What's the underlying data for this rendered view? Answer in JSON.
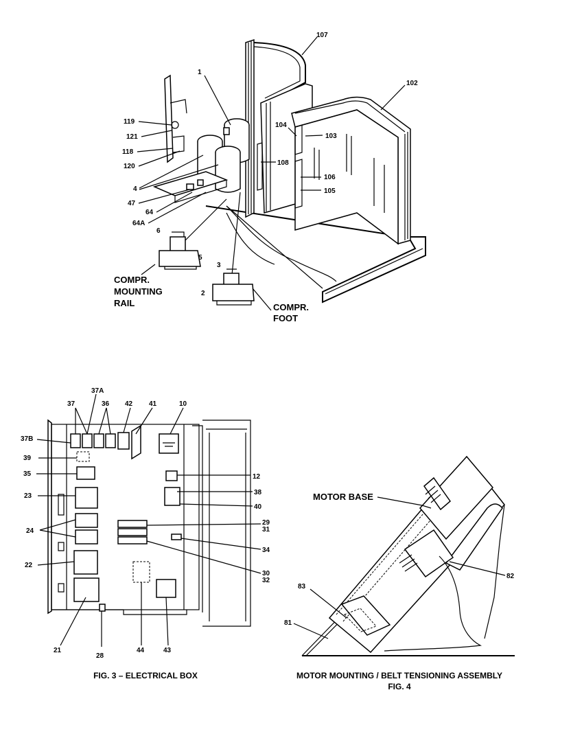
{
  "fig_top": {
    "callouts": [
      "107",
      "1",
      "102",
      "119",
      "121",
      "104",
      "103",
      "118",
      "108",
      "120",
      "106",
      "105",
      "4",
      "47",
      "64",
      "64A",
      "6",
      "5",
      "3",
      "2"
    ],
    "labels": {
      "compr_rail": [
        "COMPR.",
        "MOUNTING",
        "RAIL"
      ],
      "compr_foot": [
        "COMPR.",
        "FOOT"
      ]
    }
  },
  "fig3": {
    "callouts": [
      "37A",
      "37",
      "36",
      "42",
      "41",
      "10",
      "37B",
      "39",
      "35",
      "12",
      "23",
      "38",
      "40",
      "24",
      "29",
      "31",
      "34",
      "22",
      "30",
      "32",
      "21",
      "28",
      "44",
      "43"
    ],
    "caption": "FIG. 3 – ELECTRICAL BOX"
  },
  "fig4": {
    "motor_base_label": "MOTOR BASE",
    "callouts": [
      "82",
      "83",
      "81"
    ],
    "caption_line1": "MOTOR MOUNTING / BELT TENSIONING ASSEMBLY",
    "caption_line2": "FIG. 4"
  }
}
